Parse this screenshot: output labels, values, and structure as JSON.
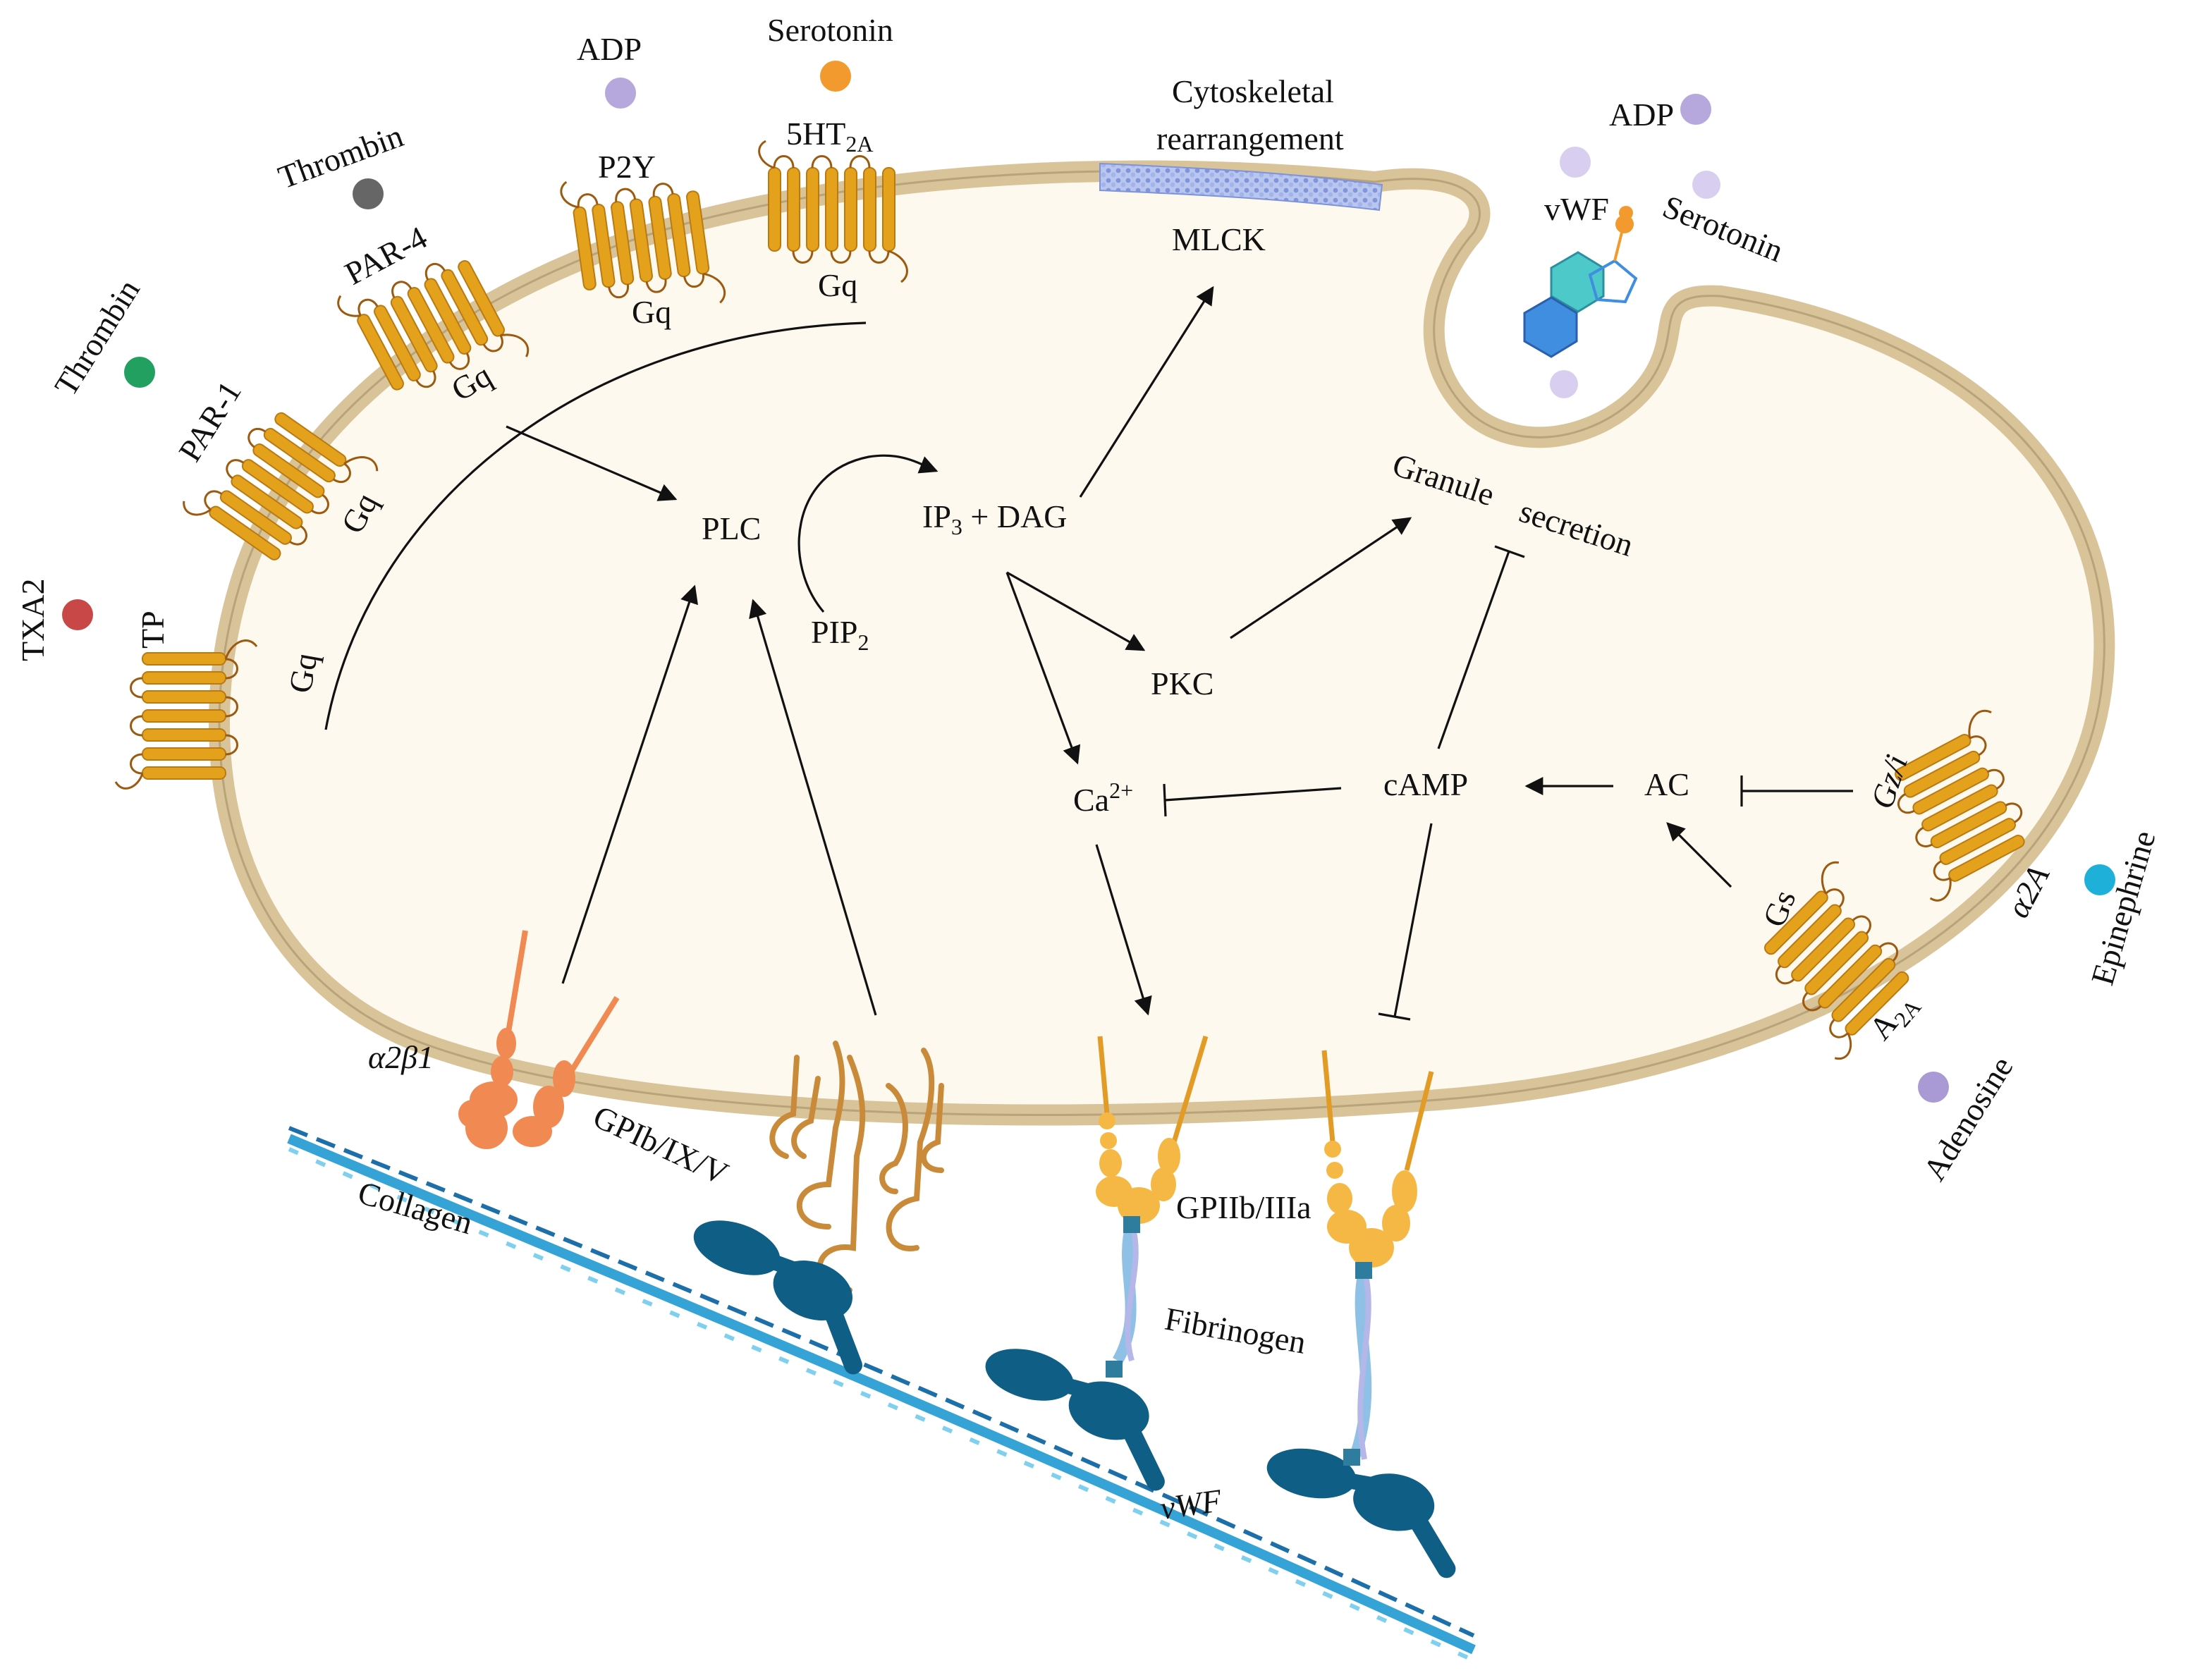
{
  "colors": {
    "membrane": "#d9c49a",
    "cytoplasm": "#fdf9ee",
    "receptor": "#e4a21c",
    "receptor_dark": "#9c5a10",
    "integrin_a2b1": "#f08a52",
    "gpiib": "#f6b844",
    "vwf_blob": "#0e5e86",
    "collagen": "#35a3d6",
    "thrombin1": "#22a060",
    "thrombin2": "#666666",
    "txa2": "#c84848",
    "adp": "#b6a7dc",
    "serotonin": "#f29a2e",
    "epinephrine": "#1fb0d9",
    "adenosine": "#a99ad6",
    "pale_ligand": "#d8cff0",
    "actin": "#9fb2e8"
  },
  "labels": {
    "thrombin_left": "Thrombin",
    "thrombin_top": "Thrombin",
    "adp_top": "ADP",
    "serotonin_top": "Serotonin",
    "txa2": "TXA2",
    "tp": "TP",
    "par1": "PAR-1",
    "par4": "PAR-4",
    "p2y": "P2Y",
    "ht2a_main": "5HT",
    "ht2a_sub": "2A",
    "gq_tp": "Gq",
    "gq_par1": "Gq",
    "gq_par4": "Gq",
    "gq_p2y": "Gq",
    "gq_5ht": "Gq",
    "cyto_line1": "Cytoskeletal",
    "cyto_line2": "rearrangement",
    "mlck": "MLCK",
    "adp_right": "ADP",
    "vwf_granule": "vWF",
    "serotonin_right": "Serotonin",
    "plc": "PLC",
    "ip3_main": "IP",
    "ip3_sub": "3",
    "ip3_rest": " + DAG",
    "pip2_main": "PIP",
    "pip2_sub": "2",
    "granule": "Granule",
    "secretion": "secretion",
    "pkc": "PKC",
    "ca_main": "Ca",
    "ca_sup": "2+",
    "camp": "cAMP",
    "ac": "AC",
    "gzi": "Gz/i",
    "gs": "Gs",
    "a2a_receptor": "α2A",
    "epinephrine": "Epinephrine",
    "a2a_adenosine_main": "A",
    "a2a_adenosine_sub": "2A",
    "adenosine": "Adenosine",
    "alpha2beta1": "α2β1",
    "gpib": "GPIb/IX/V",
    "collagen": "Collagen",
    "gpiib": "GPIIb/IIIa",
    "fibrinogen": "Fibrinogen",
    "vwf_bottom": "vWF"
  }
}
